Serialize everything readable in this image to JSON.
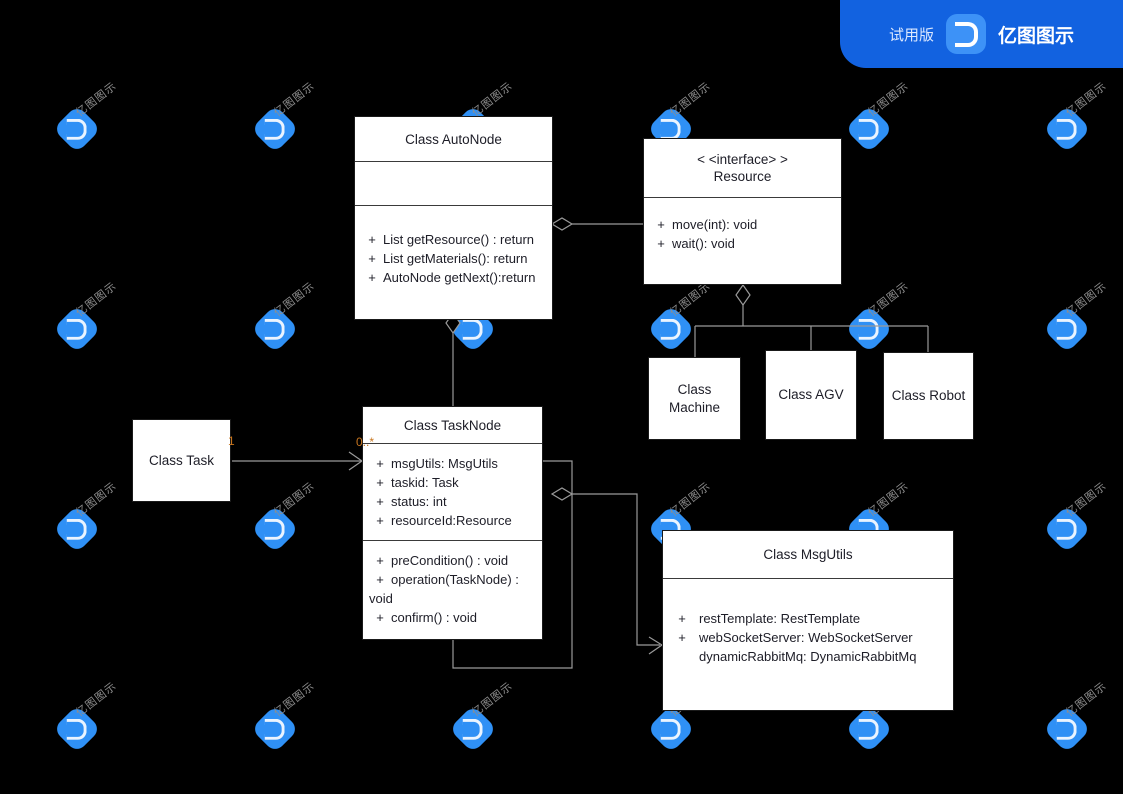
{
  "banner": {
    "trial_label": "试用版",
    "brand_label": "亿图图示",
    "logo_icon": "edraw-logo-icon",
    "bg_color": "#1262e0"
  },
  "watermark": {
    "text": "亿图图示",
    "logo_icon": "edraw-watermark-icon",
    "color": "#8e8e8e",
    "badge_color": "#2f90f5"
  },
  "canvas": {
    "background": "#000000",
    "box_fill": "#ffffff",
    "box_stroke": "#1a1a1a",
    "line_color": "#9a9a9a"
  },
  "classes": [
    {
      "id": "autonode",
      "title": "Class AutoNode",
      "stereotype": "",
      "attributes": [],
      "methods": [
        {
          "visibility": "+",
          "text": "List getResource() : return"
        },
        {
          "visibility": "+",
          "text": "List getMaterials(): return"
        },
        {
          "visibility": "+",
          "text": "AutoNode getNext():return"
        }
      ]
    },
    {
      "id": "resource",
      "title": "Resource",
      "stereotype": "< <interface> >",
      "attributes": [],
      "methods": [
        {
          "visibility": "+",
          "text": "move(int): void"
        },
        {
          "visibility": "+",
          "text": "wait(): void"
        }
      ]
    },
    {
      "id": "tasknode",
      "title": "Class TaskNode",
      "stereotype": "",
      "attributes": [
        {
          "visibility": "+",
          "text": "msgUtils: MsgUtils"
        },
        {
          "visibility": "+",
          "text": "taskid: Task"
        },
        {
          "visibility": "+",
          "text": "status: int"
        },
        {
          "visibility": "+",
          "text": "resourceId:Resource"
        }
      ],
      "methods": [
        {
          "visibility": "+",
          "text": "preCondition() : void"
        },
        {
          "visibility": "+",
          "text": "operation(TaskNode) :"
        },
        {
          "visibility": "",
          "text": "void",
          "continuation": true
        },
        {
          "visibility": "+",
          "text": "confirm() : void"
        }
      ]
    },
    {
      "id": "task",
      "title": "Class Task",
      "stereotype": "",
      "attributes": [],
      "methods": []
    },
    {
      "id": "msgutils",
      "title": "Class MsgUtils",
      "stereotype": "",
      "attributes": [
        {
          "visibility": "+",
          "text": "restTemplate: RestTemplate"
        },
        {
          "visibility": "+",
          "text": "webSocketServer: WebSocketServer"
        },
        {
          "visibility": "",
          "text": "dynamicRabbitMq: DynamicRabbitMq",
          "continuation": true
        }
      ],
      "methods": []
    },
    {
      "id": "machine",
      "title": "Class\nMachine",
      "stereotype": "",
      "attributes": [],
      "methods": []
    },
    {
      "id": "agv",
      "title": "Class AGV",
      "stereotype": "",
      "attributes": [],
      "methods": []
    },
    {
      "id": "robot",
      "title": "Class Robot",
      "stereotype": "",
      "attributes": [],
      "methods": []
    }
  ],
  "relationships": [
    {
      "id": "autonode-resource",
      "type": "aggregation",
      "from": "autonode",
      "to": "resource",
      "from_multiplicity": "",
      "to_multiplicity": ""
    },
    {
      "id": "autonode-tasknode",
      "type": "aggregation",
      "from": "autonode",
      "to": "tasknode",
      "from_multiplicity": "",
      "to_multiplicity": ""
    },
    {
      "id": "resource-subclasses",
      "type": "aggregation",
      "from": "resource",
      "to": "machine, agv, robot",
      "from_multiplicity": "",
      "to_multiplicity": ""
    },
    {
      "id": "task-tasknode",
      "type": "association",
      "from": "task",
      "to": "tasknode",
      "from_multiplicity": "1",
      "to_multiplicity": "0..*"
    },
    {
      "id": "tasknode-msgutils",
      "type": "aggregation",
      "from": "tasknode",
      "to": "msgutils",
      "from_multiplicity": "",
      "to_multiplicity": ""
    },
    {
      "id": "tasknode-self",
      "type": "association",
      "from": "tasknode",
      "to": "tasknode",
      "from_multiplicity": "",
      "to_multiplicity": ""
    }
  ],
  "labels": {
    "task_mult": "1",
    "tasknode_mult": "0..*"
  }
}
